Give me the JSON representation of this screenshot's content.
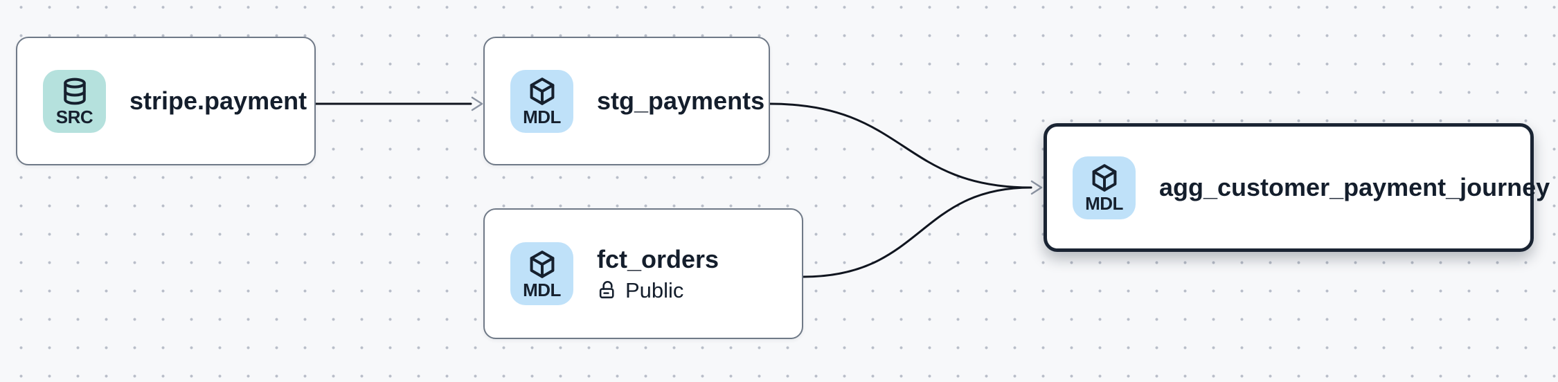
{
  "canvas": {
    "background_color": "#f7f8fa",
    "dot_color": "#b9bec9"
  },
  "colors": {
    "node_background": "#ffffff",
    "node_border": "#6f7987",
    "selected_node_border": "#1a2433",
    "edge": "#10151f",
    "arrowhead": "#8d95a3",
    "src_badge_background": "#b5e1dd",
    "mdl_badge_background": "#bfe1f9",
    "text": "#141e2c"
  },
  "nodes": [
    {
      "title": "stripe.payment",
      "badge_label": "SRC",
      "badge_icon": "database-icon",
      "kind": "source",
      "selected": false
    },
    {
      "title": "stg_payments",
      "badge_label": "MDL",
      "badge_icon": "cube-icon",
      "kind": "model",
      "selected": false
    },
    {
      "title": "fct_orders",
      "badge_label": "MDL",
      "badge_icon": "cube-icon",
      "kind": "model",
      "access_label": "Public",
      "access_icon": "unlock-icon",
      "selected": false
    },
    {
      "title": "agg_customer_payment_journey",
      "badge_label": "MDL",
      "badge_icon": "cube-icon",
      "kind": "model",
      "selected": true
    }
  ],
  "edges": [
    {
      "source": "stripe.payment",
      "target": "stg_payments"
    },
    {
      "source": "stg_payments",
      "target": "agg_customer_payment_journey"
    },
    {
      "source": "fct_orders",
      "target": "agg_customer_payment_journey"
    }
  ]
}
